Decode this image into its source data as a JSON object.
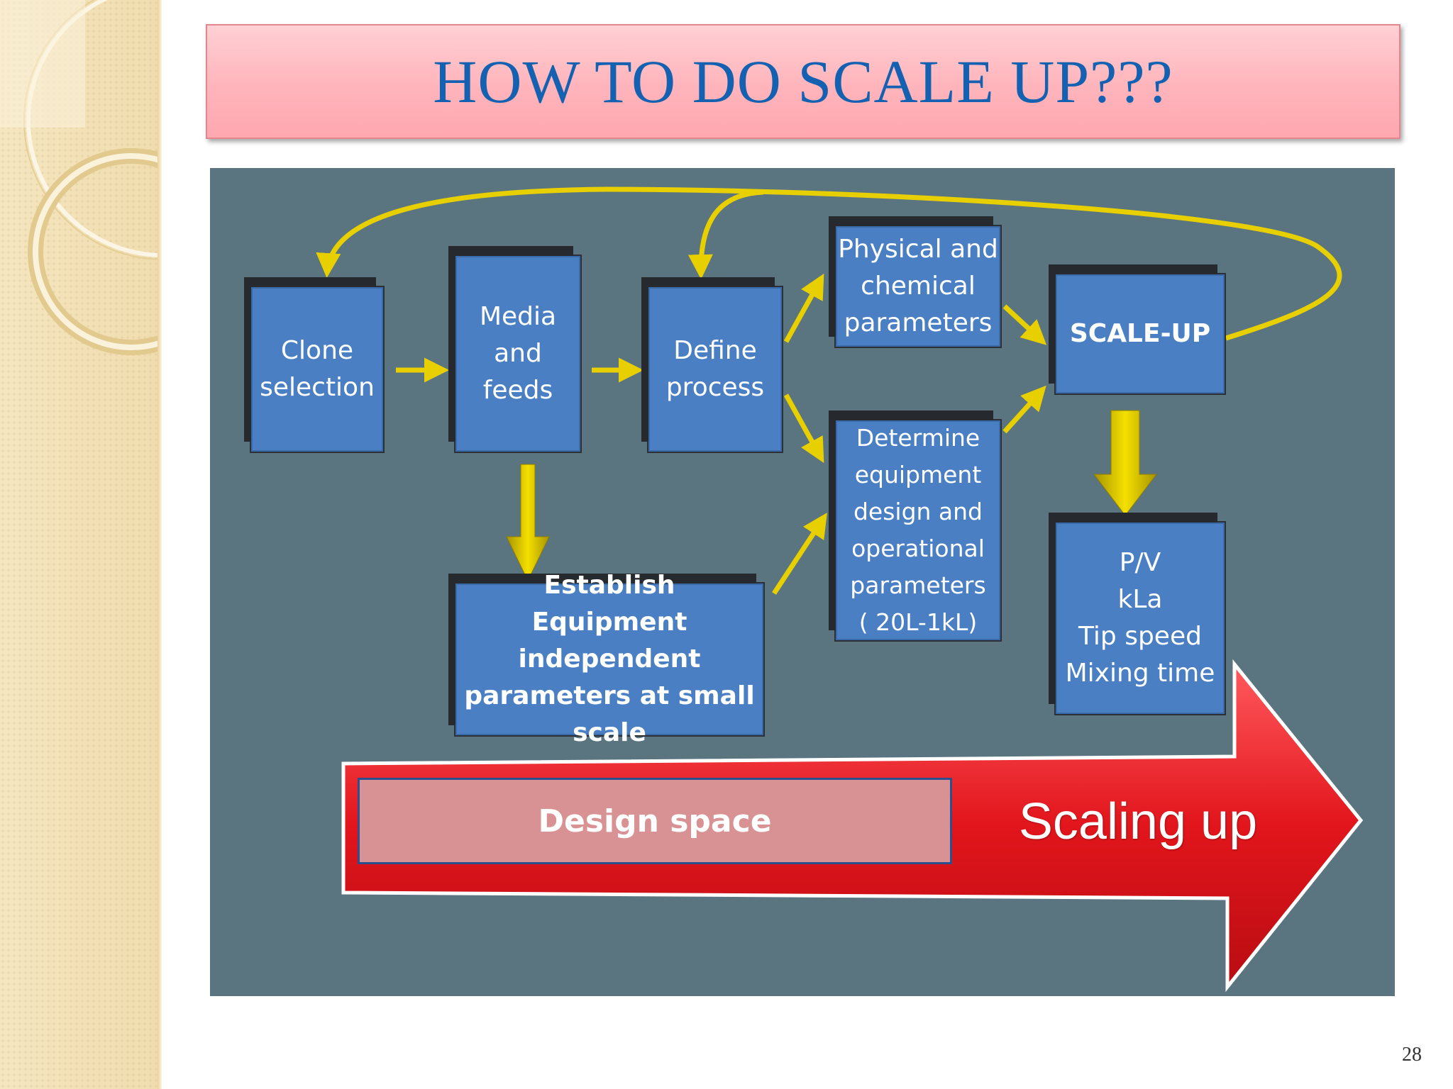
{
  "slide": {
    "title": "HOW TO DO SCALE UP???",
    "page_number": "28"
  },
  "diagram": {
    "nodes": {
      "clone_selection": "Clone\nselection",
      "media_feeds": "Media\nand\nfeeds",
      "define_process": "Define\nprocess",
      "physical_chemical": "Physical and\nchemical\nparameters",
      "scale_up": "SCALE-UP",
      "determine_equipment": "Determine\nequipment\ndesign and\noperational\nparameters\n( 20L-1kL)",
      "establish_equipment": "Establish\nEquipment independent\nparameters at small scale",
      "pv_kla": "P/V\nkLa\nTip speed\nMixing  time"
    },
    "design_space_label": "Design space",
    "scaling_up_label": "Scaling up"
  },
  "colors": {
    "panel": "#5b7580",
    "box": "#4a7fc4",
    "arrow_yellow": "#e8d000",
    "big_arrow_red": "#e0191f",
    "title_text": "#1361b0"
  }
}
